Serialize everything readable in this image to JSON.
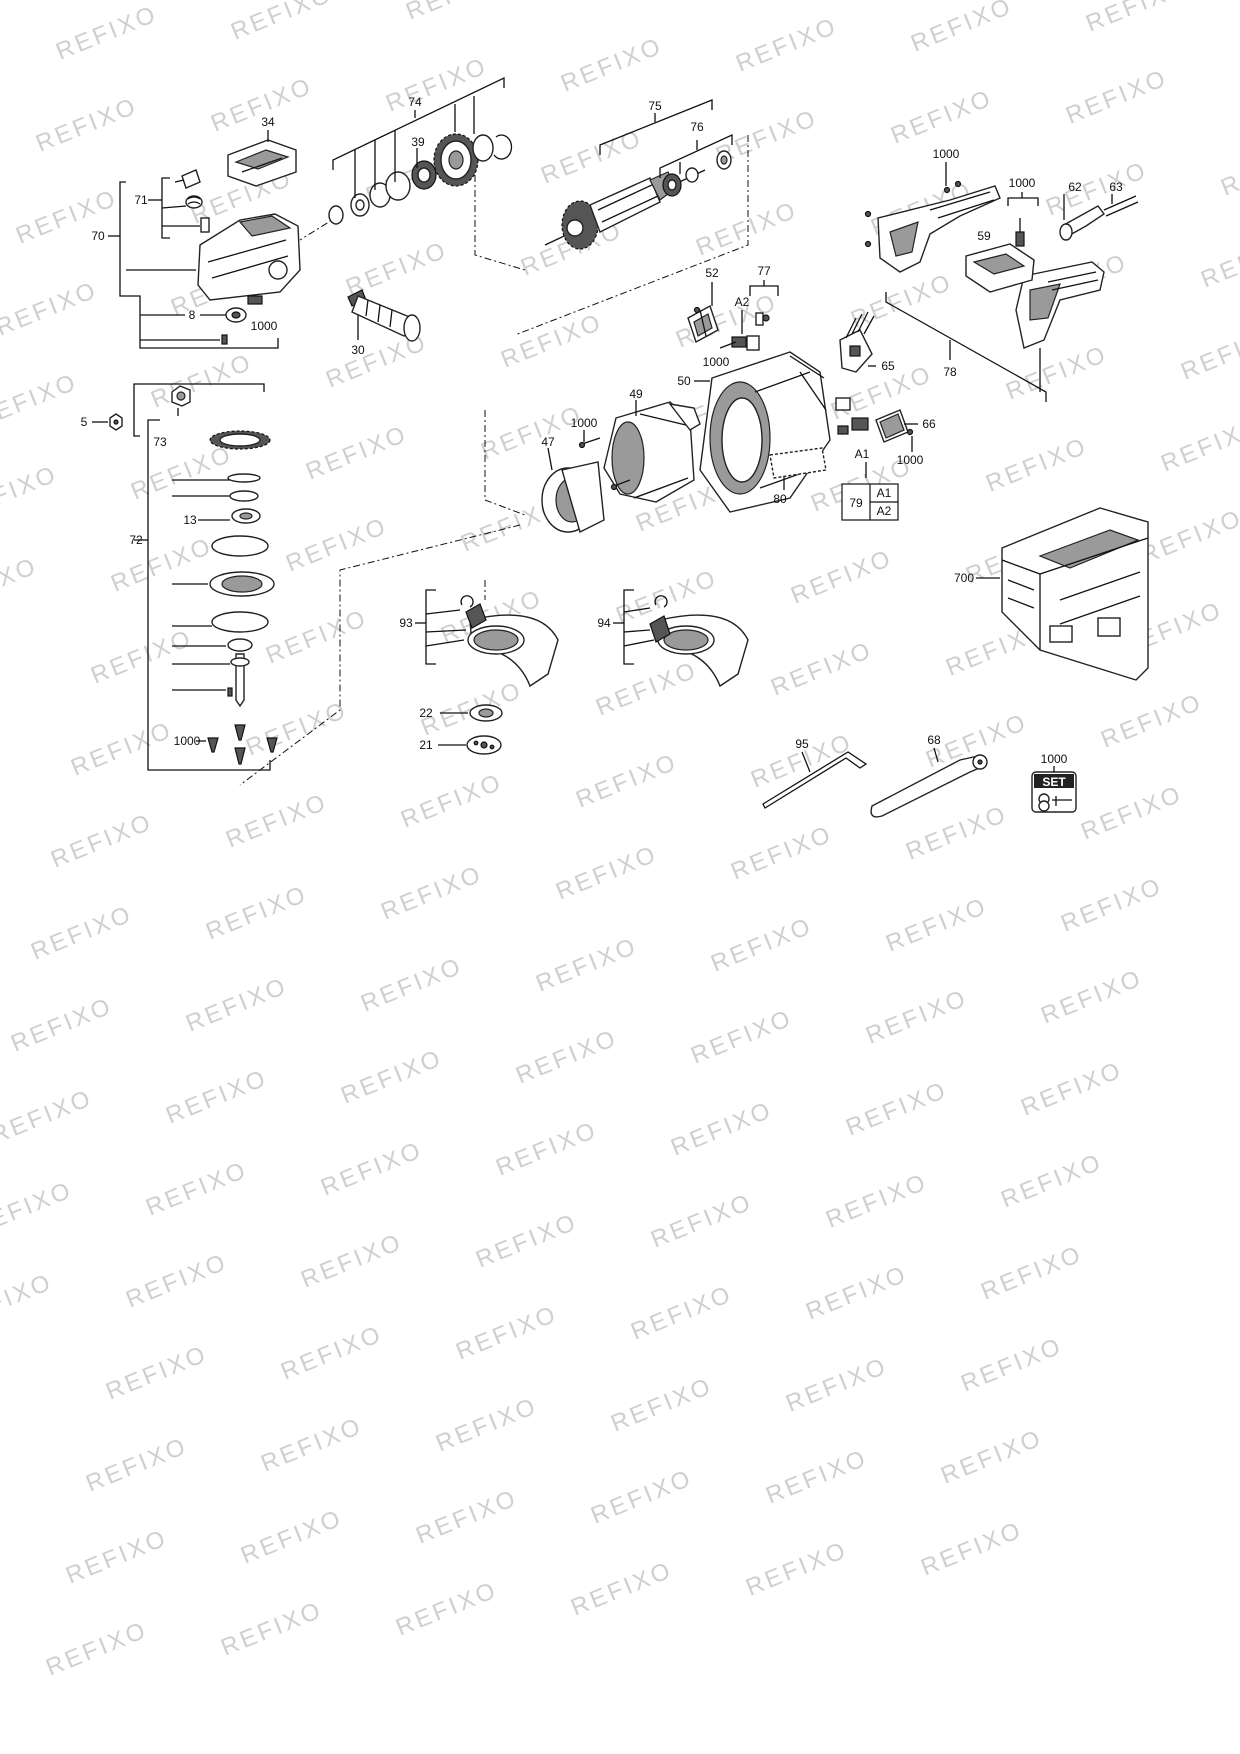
{
  "watermark": "REFIXO",
  "labels": {
    "l34": "34",
    "l74": "74",
    "l39": "39",
    "l75": "75",
    "l76": "76",
    "l1000a": "1000",
    "l1000b": "1000",
    "l62": "62",
    "l63": "63",
    "l59": "59",
    "l71": "71",
    "l70": "70",
    "l8": "8",
    "l1000c": "1000",
    "l30": "30",
    "l52": "52",
    "l77": "77",
    "lA2": "A2",
    "l1000d": "1000",
    "l65": "65",
    "l78": "78",
    "l5": "5",
    "l73": "73",
    "l50": "50",
    "l49": "49",
    "l1000e": "1000",
    "l47": "47",
    "l66": "66",
    "lA1": "A1",
    "l1000f": "1000",
    "l13": "13",
    "l80": "80",
    "l72": "72",
    "l700": "700",
    "l93": "93",
    "l94": "94",
    "l22": "22",
    "l21": "21",
    "l1000g": "1000",
    "l95": "95",
    "l68": "68",
    "l1000h": "1000"
  },
  "table79": {
    "id": "79",
    "row1": "A1",
    "row2": "A2"
  },
  "set_icon": {
    "text": "SET"
  }
}
